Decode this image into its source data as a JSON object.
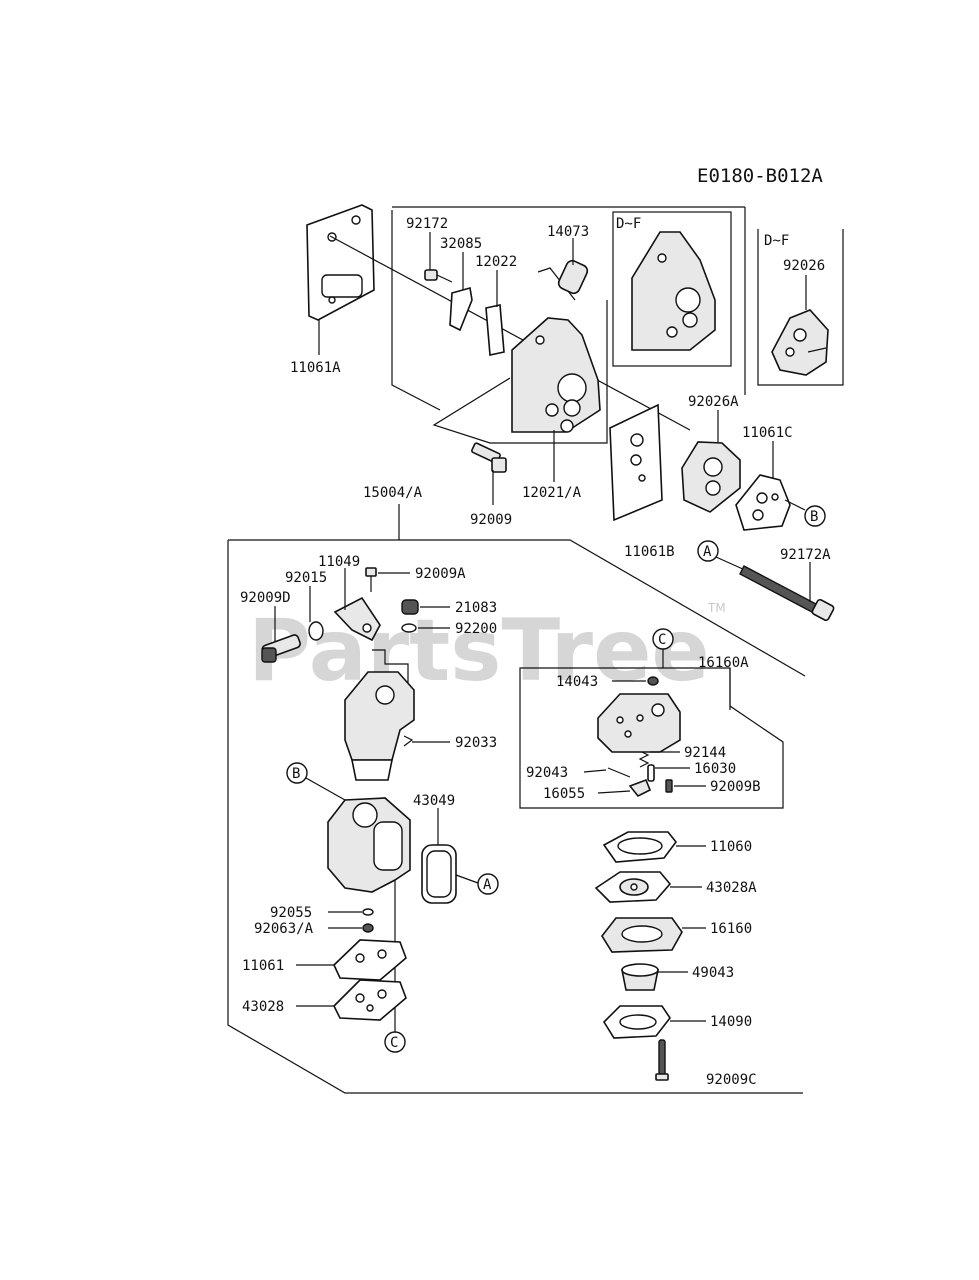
{
  "diagram": {
    "code": "E0180-B012A",
    "watermark": "PartsTree",
    "watermark_mark": "TM",
    "variant_labels": {
      "upper_group": "D~F",
      "right_group": "D~F"
    },
    "callouts": {
      "a": "A",
      "b": "B",
      "c": "C"
    },
    "parts": {
      "p92172": "92172",
      "p32085": "32085",
      "p12022": "12022",
      "p14073": "14073",
      "p92026": "92026",
      "p11061A": "11061A",
      "p12021A": "12021/A",
      "p92009": "92009",
      "p92026A": "92026A",
      "p11061C": "11061C",
      "p11061B": "11061B",
      "p92172A": "92172A",
      "p15004A": "15004/A",
      "p11049": "11049",
      "p92015": "92015",
      "p92009A": "92009A",
      "p92009D": "92009D",
      "p21083": "21083",
      "p92200": "92200",
      "p92033": "92033",
      "p43049": "43049",
      "p92055": "92055",
      "p92063A": "92063/A",
      "p11061": "11061",
      "p43028": "43028",
      "p16160A": "16160A",
      "p14043": "14043",
      "p92144": "92144",
      "p16030": "16030",
      "p92043": "92043",
      "p16055": "16055",
      "p92009B": "92009B",
      "p11060": "11060",
      "p43028A": "43028A",
      "p16160": "16160",
      "p49043": "49043",
      "p14090": "14090",
      "p92009C": "92009C"
    }
  }
}
